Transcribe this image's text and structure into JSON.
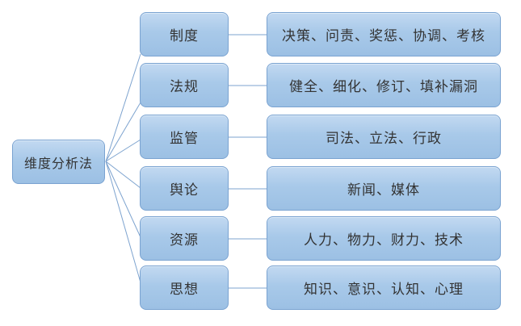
{
  "diagram": {
    "title": "维度分析法 mind map",
    "root": {
      "label": "维度分析法"
    },
    "rows": [
      {
        "category": "制度",
        "detail": "决策、问责、奖惩、协调、考核"
      },
      {
        "category": "法规",
        "detail": "健全、细化、修订、填补漏洞"
      },
      {
        "category": "监管",
        "detail": "司法、立法、行政"
      },
      {
        "category": "舆论",
        "detail": "新闻、媒体"
      },
      {
        "category": "资源",
        "detail": "人力、物力、财力、技术"
      },
      {
        "category": "思想",
        "detail": "知识、意识、认知、心理"
      }
    ],
    "colors": {
      "box_fill_top": "#c2d9f1",
      "box_fill_mid": "#a8c9e9",
      "box_fill_bottom": "#9cc0e4",
      "box_border": "#7aa3d1",
      "connector_line": "#7da3cf",
      "text": "#333333",
      "background": "#ffffff"
    }
  }
}
